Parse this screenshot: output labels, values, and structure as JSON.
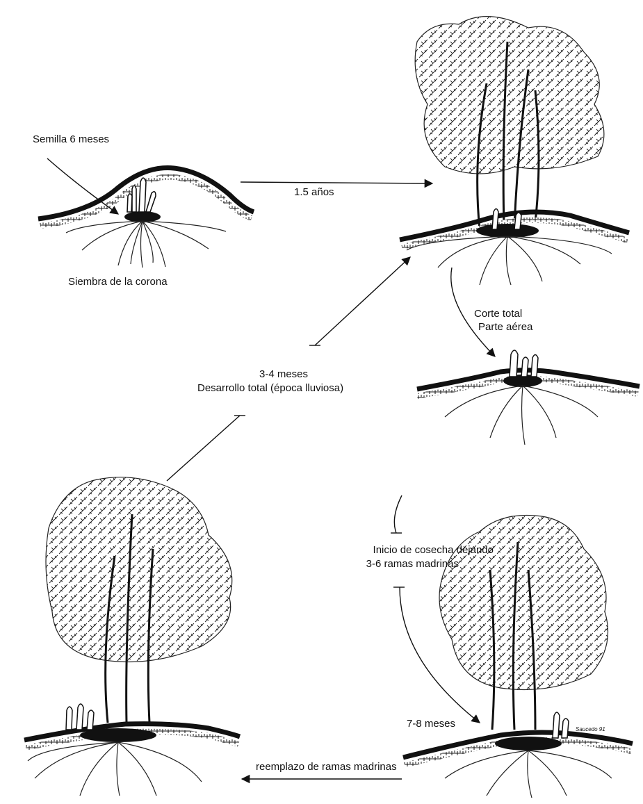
{
  "labels": {
    "seed": "Semilla  6 meses",
    "crown_planting": "Siembra de la corona",
    "years": "1.5 años",
    "cut_line1": "Corte total",
    "cut_line2": "Parte aérea",
    "dev_line1": "3-4 meses",
    "dev_line2": "Desarrollo total (época lluviosa)",
    "harvest_line1": "Inicio de cosecha dejando",
    "harvest_line2": "3-6 ramas madrinas",
    "months_7_8": "7-8 meses",
    "replacement": "reemplazo de ramas madrinas"
  },
  "signature": "Saucedo 91",
  "colors": {
    "ink": "#111111",
    "background": "#ffffff"
  }
}
